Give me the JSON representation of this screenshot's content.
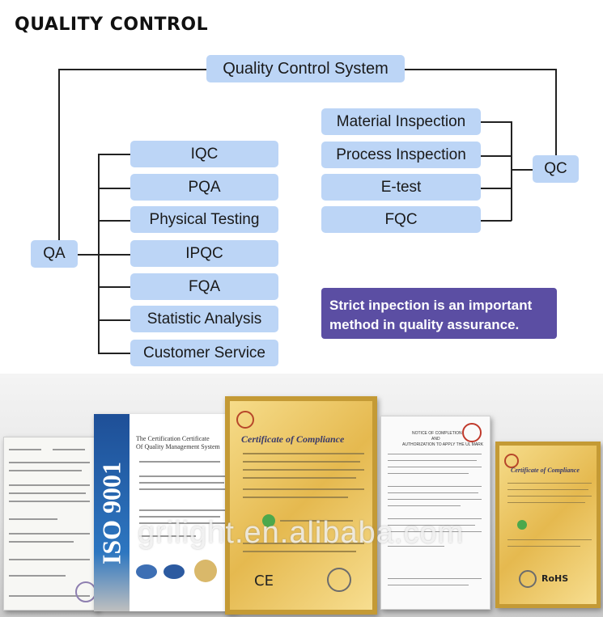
{
  "heading": "QUALITY CONTROL",
  "diagram": {
    "root": "Quality Control System",
    "qa": {
      "label": "QA",
      "items": [
        "IQC",
        "PQA",
        "Physical Testing",
        "IPQC",
        "FQA",
        "Statistic Analysis",
        "Customer Service"
      ]
    },
    "qc": {
      "label": "QC",
      "items": [
        "Material Inspection",
        "Process Inspection",
        "E-test",
        "FQC"
      ]
    },
    "note": "Strict inpection is an important method in quality assurance."
  },
  "certificates": {
    "iso_text": "ISO 9001",
    "iso_header_line1": "The Certification Certificate",
    "iso_header_line2": "Of Quality Management System",
    "compliance_title": "Certificate of Compliance",
    "compliance_title_2": "Certificate of Compliance",
    "ul_notice_line1": "NOTICE OF COMPLETION",
    "ul_notice_line2": "AND",
    "ul_notice_line3": "AUTHORIZATION TO APPLY THE UL MARK",
    "ce_mark": "CE",
    "rohs_mark": "RoHS",
    "watermark": "grilight.en.alibaba.com"
  },
  "colors": {
    "box": "#bcd5f6",
    "callout": "#5b4ea3",
    "line": "#222222"
  }
}
